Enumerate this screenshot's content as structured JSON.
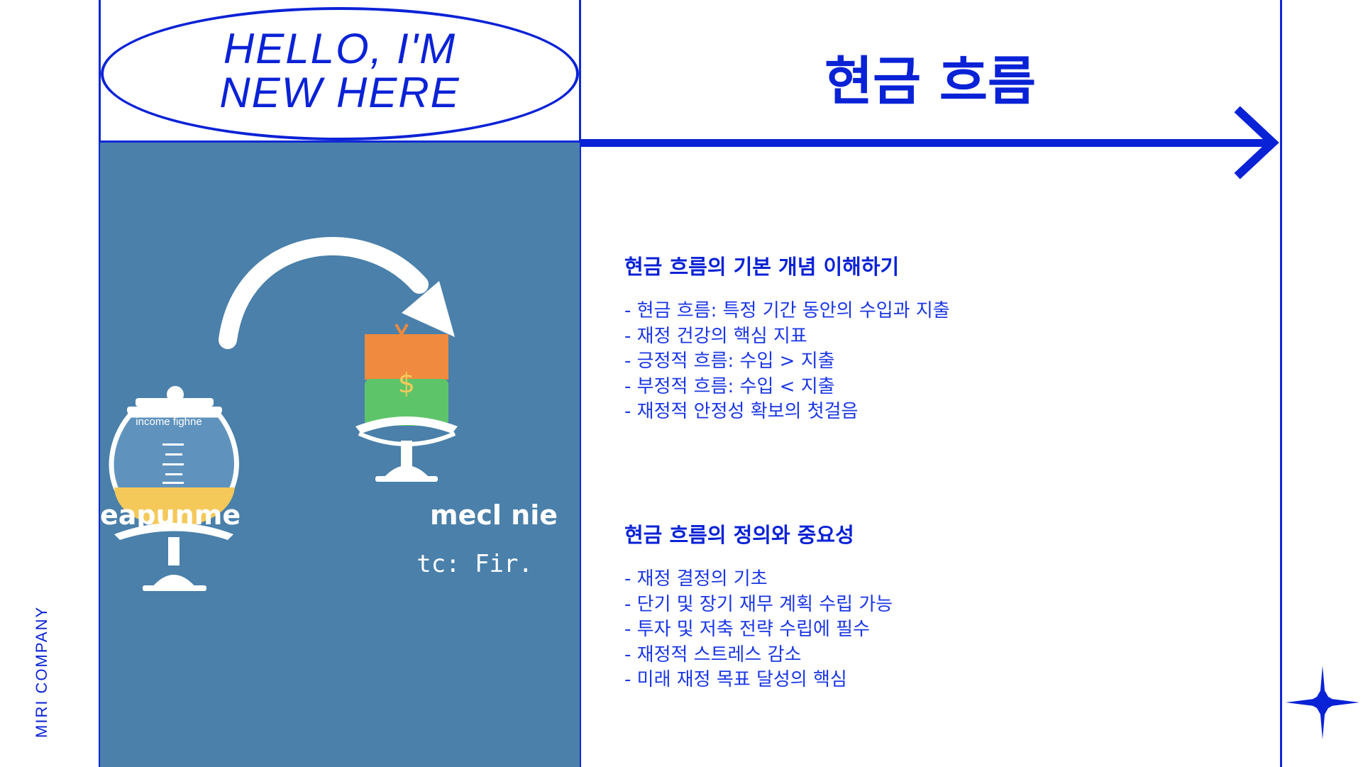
{
  "brand": "MIRI COMPANY",
  "badge": {
    "line1": "HELLO, I'M",
    "line2": "NEW HERE"
  },
  "title": "현금 흐름",
  "image": {
    "jar_label": "income fighne",
    "left_caption": "eapunme",
    "right_caption": "mecl nie",
    "sub_caption": "tc:  Fir."
  },
  "sections": [
    {
      "heading": "현금 흐름의 기본 개념 이해하기",
      "items": [
        "- 현금 흐름: 특정 기간 동안의 수입과 지출",
        "- 재정 건강의 핵심 지표",
        "- 긍정적 흐름: 수입 > 지출",
        "- 부정적 흐름: 수입 < 지출",
        "- 재정적 안정성 확보의 첫걸음"
      ]
    },
    {
      "heading": "현금 흐름의 정의와 중요성",
      "items": [
        "- 재정 결정의 기초",
        "- 단기 및 장기 재무 계획 수립 가능",
        "- 투자 및 저축 전략 수립에 필수",
        "- 재정적 스트레스 감소",
        "- 미래 재정 목표 달성의 핵심"
      ]
    }
  ],
  "colors": {
    "accent": "#0a22d6",
    "panel": "#4a80aa",
    "gold": "#f4c95a",
    "orange": "#f08a3e",
    "green": "#5ec46a"
  }
}
